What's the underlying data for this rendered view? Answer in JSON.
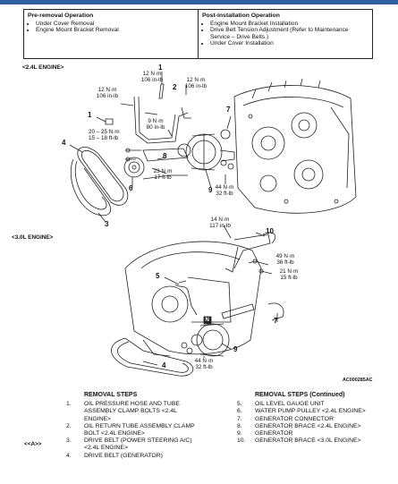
{
  "preremoval": {
    "title": "Pre-removal Operation",
    "items": [
      "Under Cover Removal",
      "Engine Mount Bracket Removal"
    ]
  },
  "postinstall": {
    "title": "Post-installation Operation",
    "items": [
      "Engine Mount Bracket Installation",
      "Drive Belt Tension Adjustment (Refer to Maintenance Service – Drive Belts.)",
      "Under Cover Installation"
    ]
  },
  "engine24": {
    "header": "<2.4L ENGINE>",
    "t1a": "12 N·m",
    "t1b": "106 in-lb",
    "t2a": "12 N·m",
    "t2b": "106 in-lb",
    "t3a": "12 N·m",
    "t3b": "106 in-lb",
    "t4a": "9 N·m",
    "t4b": "80 in-lb",
    "t5a": "20 – 25 N·m",
    "t5b": "15 – 18 ft-lb",
    "t6a": "23 N·m",
    "t6b": "17 ft-lb",
    "t7a": "44 N·m",
    "t7b": "32 ft-lb",
    "callouts": [
      "1",
      "1",
      "2",
      "3",
      "4",
      "6",
      "7",
      "8",
      "9"
    ]
  },
  "engine30": {
    "header": "<3.0L ENGINE>",
    "t1a": "14 N·m",
    "t1b": "117 in-lb",
    "t2a": "49 N·m",
    "t2b": "36 ft-lb",
    "t3a": "21 N·m",
    "t3b": "15 ft-lb",
    "t4a": "44 N·m",
    "t4b": "32 ft-lb",
    "n_marker": "N",
    "callouts": [
      "10",
      "5",
      "7",
      "9",
      "4"
    ]
  },
  "figure_code": "AC000285AC",
  "steps_left": {
    "title": "REMOVAL STEPS",
    "items": [
      {
        "n": "1.",
        "t": "OIL PRESSURE HOSE AND TUBE ASSEMBLY CLAMP BOLTS <2.4L ENGINE>"
      },
      {
        "n": "2.",
        "t": "OIL RETURN TUBE ASSEMBLY CLAMP BOLT <2.4L ENGINE>"
      },
      {
        "n": "3.",
        "t": "DRIVE BELT (POWER STEERING A/C) <2.4L ENGINE>"
      },
      {
        "n": "4.",
        "t": "DRIVE BELT (GENERATOR)"
      }
    ],
    "side_ref": "<<A>>"
  },
  "steps_right": {
    "title": "REMOVAL STEPS (Continued)",
    "items": [
      {
        "n": "5.",
        "t": "OIL LEVEL GAUGE UNIT"
      },
      {
        "n": "6.",
        "t": "WATER PUMP PULLEY <2.4L ENGINE>"
      },
      {
        "n": "7.",
        "t": "GENERATOR CONNECTOR"
      },
      {
        "n": "8.",
        "t": "GENERATOR BRACE <2.4L ENGINE>"
      },
      {
        "n": "9.",
        "t": "GENERATOR"
      },
      {
        "n": "10.",
        "t": "GENERATOR BRACE <3.0L ENGINE>"
      }
    ]
  }
}
